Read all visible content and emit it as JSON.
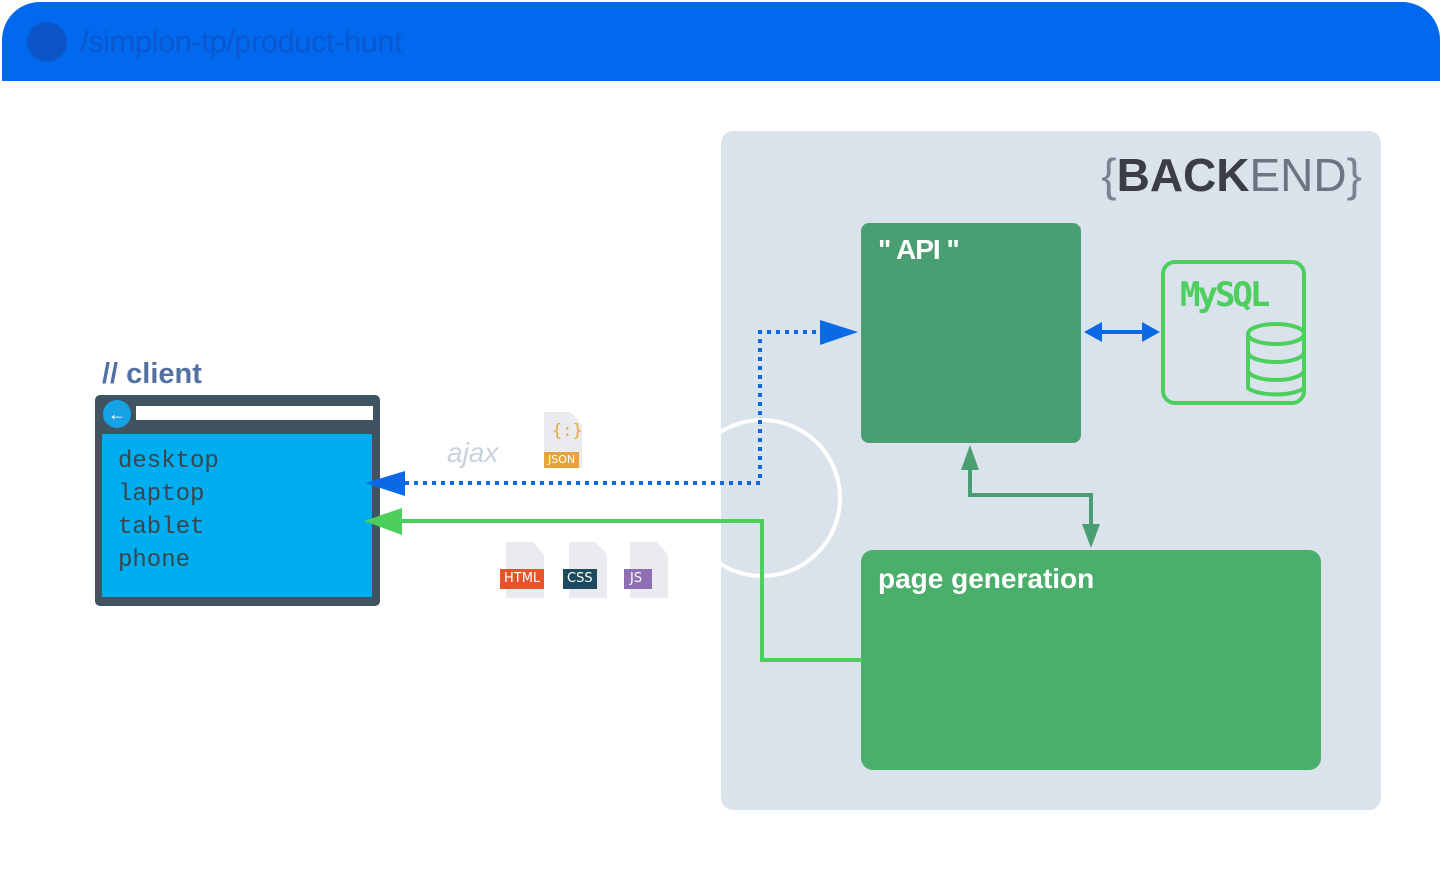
{
  "header": {
    "path": "/simplon-tp/product-hunt"
  },
  "backend": {
    "title_brace_open": "{",
    "title_bold": "BACK",
    "title_light": "END",
    "title_brace_close": "}"
  },
  "api": {
    "label": "\" API \""
  },
  "page_generation": {
    "label": "page generation"
  },
  "database": {
    "label": "MySQL"
  },
  "client": {
    "title": "// client",
    "devices": [
      "desktop",
      "laptop",
      "tablet",
      "phone"
    ]
  },
  "ajax": {
    "label": "ajax"
  },
  "files": {
    "json": "JSON",
    "html": "HTML",
    "css": "CSS",
    "js": "JS",
    "json_glyph": "{:}"
  },
  "colors": {
    "header": "#0069ee",
    "backend_bg": "#dae2ec",
    "api_box": "#4a9f72",
    "page_box": "#4aaf6a",
    "mysql": "#4ccf5c",
    "ajax_arrow": "#0a6ae6",
    "page_arrow": "#4ccf5c",
    "client_screen": "#00aeef",
    "html_tag": "#e8532a",
    "css_tag": "#1d4a5e",
    "js_tag": "#8e6fb3",
    "json_tag": "#e8a43a"
  }
}
